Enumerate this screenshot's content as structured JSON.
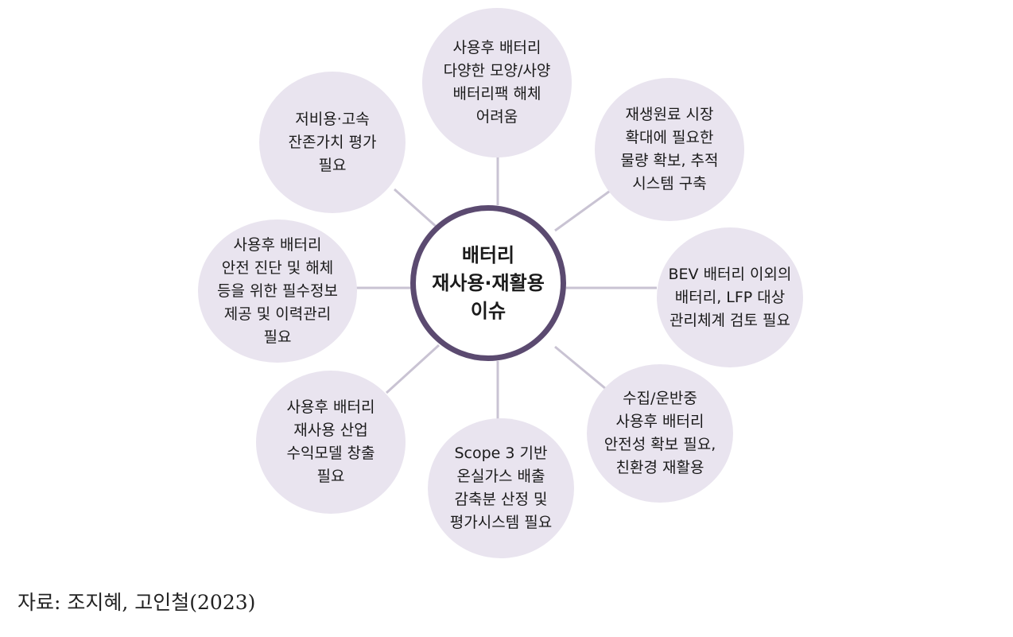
{
  "diagram": {
    "center": "배터리\n재사용·재활용\n이슈",
    "nodes": [
      "사용후 배터리\n다양한 모양/사양\n배터리팩 해체\n어려움",
      "재생원료 시장\n확대에 필요한\n물량 확보, 추적\n시스템 구축",
      "BEV 배터리 이외의\n배터리, LFP 대상\n관리체계 검토 필요",
      "수집/운반중\n사용후 배터리\n안전성 확보 필요,\n친환경 재활용",
      "Scope 3 기반\n온실가스 배출\n감축분 산정 및\n평가시스템 필요",
      "사용후 배터리\n재사용 산업\n수익모델 창출\n필요",
      "사용후 배터리\n안전 진단 및 해체\n등을 위한 필수정보\n제공 및 이력관리\n필요",
      "저비용·고속\n잔존가치 평가\n필요"
    ]
  },
  "source": "자료: 조지혜, 고인철(2023)",
  "colors": {
    "node_fill": "#e9e4ef",
    "center_ring": "#5b4a70",
    "connector": "#c9c3d3"
  }
}
